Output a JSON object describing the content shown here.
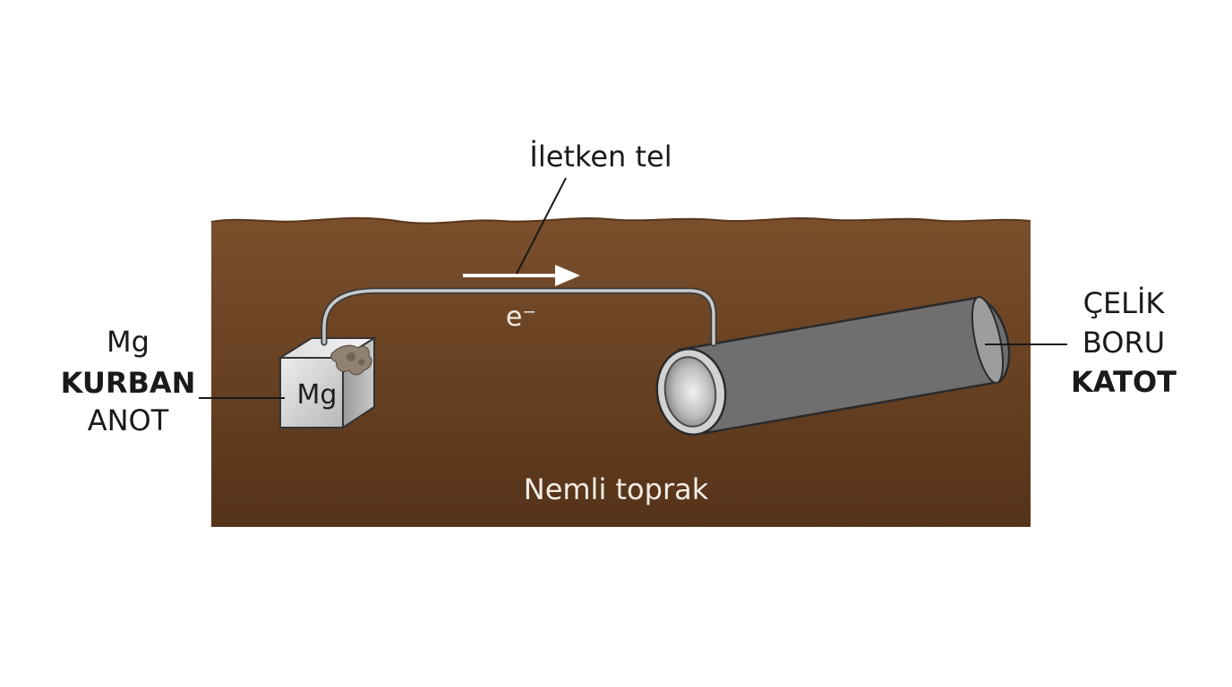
{
  "labels": {
    "wire": "İletken tel",
    "electron": "e⁻",
    "soil": "Nemli toprak",
    "anode_line1": "Mg",
    "anode_line2": "KURBAN",
    "anode_line3": "ANOT",
    "block_symbol": "Mg",
    "cathode_line1": "ÇELİK",
    "cathode_line2": "BORU",
    "cathode_line3": "KATOT"
  },
  "colors": {
    "soil_top": "#7a4f2c",
    "soil_bottom": "#553319",
    "metal_light": "#e6e6e6",
    "metal_dark": "#8e8e8e",
    "arrow": "#ffffff",
    "leader_line": "#1a1a1a"
  }
}
